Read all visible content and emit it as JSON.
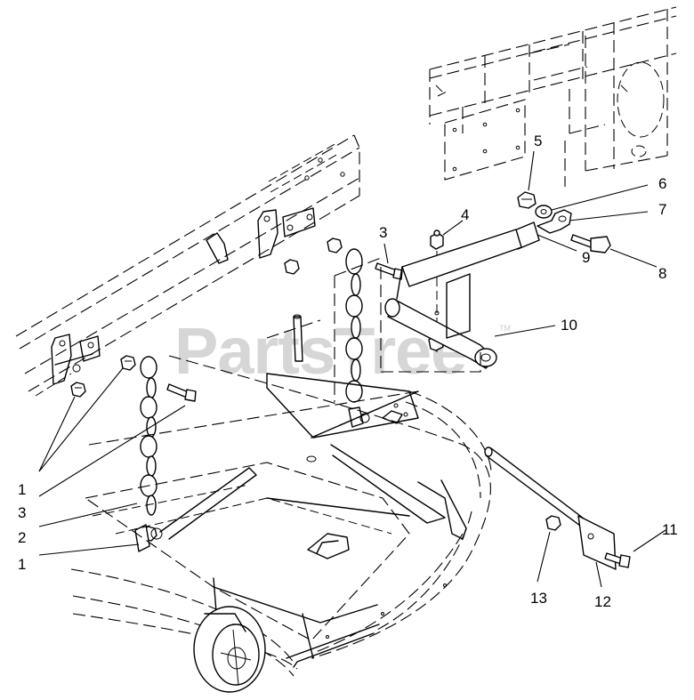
{
  "watermark": {
    "text": "PartsTree",
    "trademark": "TM"
  },
  "callouts": [
    {
      "id": "c1a",
      "label": "1"
    },
    {
      "id": "c3a",
      "label": "3"
    },
    {
      "id": "c2",
      "label": "2"
    },
    {
      "id": "c1b",
      "label": "1"
    },
    {
      "id": "c3b",
      "label": "3"
    },
    {
      "id": "c4",
      "label": "4"
    },
    {
      "id": "c5",
      "label": "5"
    },
    {
      "id": "c6",
      "label": "6"
    },
    {
      "id": "c7",
      "label": "7"
    },
    {
      "id": "c8",
      "label": "8"
    },
    {
      "id": "c9",
      "label": "9"
    },
    {
      "id": "c10",
      "label": "10"
    },
    {
      "id": "c11",
      "label": "11"
    },
    {
      "id": "c12",
      "label": "12"
    },
    {
      "id": "c13",
      "label": "13"
    }
  ]
}
